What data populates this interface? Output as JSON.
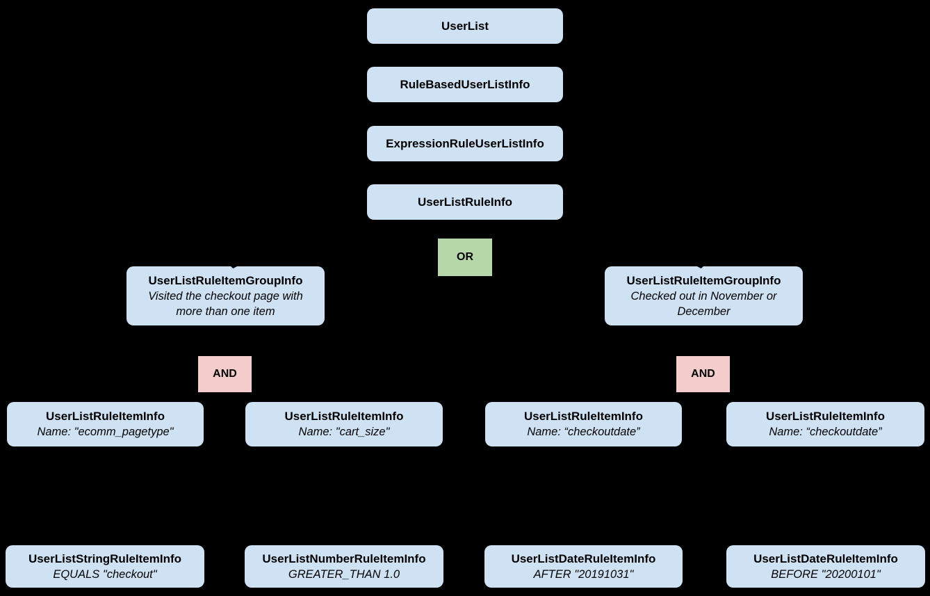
{
  "diagram": {
    "colors": {
      "background": "#000000",
      "box_fill": "#cfe2f3",
      "or_fill": "#b6d7a8",
      "and_fill": "#f4cccc",
      "text": "#000000"
    },
    "stack": [
      {
        "label": "UserList"
      },
      {
        "label": "RuleBasedUserListInfo"
      },
      {
        "label": "ExpressionRuleUserListInfo"
      },
      {
        "label": "UserListRuleInfo"
      }
    ],
    "operators": {
      "or": "OR",
      "and": "AND"
    },
    "groups": [
      {
        "title": "UserListRuleItemGroupInfo",
        "description": "Visited the checkout page with more than one item"
      },
      {
        "title": "UserListRuleItemGroupInfo",
        "description": "Checked out in November or December"
      }
    ],
    "rule_items": [
      {
        "title": "UserListRuleItemInfo",
        "detail": "Name: \"ecomm_pagetype\""
      },
      {
        "title": "UserListRuleItemInfo",
        "detail": "Name: \"cart_size\""
      },
      {
        "title": "UserListRuleItemInfo",
        "detail": "Name: “checkoutdate”"
      },
      {
        "title": "UserListRuleItemInfo",
        "detail": "Name: “checkoutdate”"
      }
    ],
    "leaf_items": [
      {
        "title": "UserListStringRuleItemInfo",
        "detail": "EQUALS \"checkout\""
      },
      {
        "title": "UserListNumberRuleItemInfo",
        "detail": "GREATER_THAN 1.0"
      },
      {
        "title": "UserListDateRuleItemInfo",
        "detail": "AFTER \"20191031\""
      },
      {
        "title": "UserListDateRuleItemInfo",
        "detail": "BEFORE \"20200101\""
      }
    ]
  }
}
